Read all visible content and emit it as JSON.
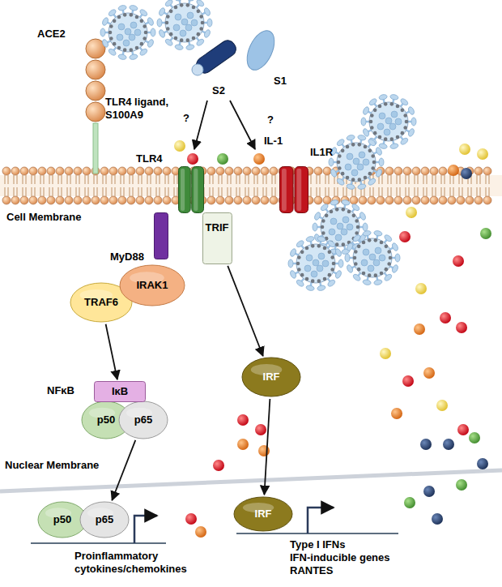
{
  "diagram": {
    "nodes": [
      {
        "text": [
          "TLR4"
        ]
      },
      {
        "text": [
          "IL1R"
        ]
      },
      {
        "text": [
          "MyD88"
        ]
      },
      {
        "text": [
          "TRIF"
        ]
      },
      {
        "text": [
          "IRAK1"
        ]
      },
      {
        "text": [
          "TRAF6"
        ]
      },
      {
        "text": [
          "IκB"
        ]
      },
      {
        "text": [
          "p50"
        ]
      },
      {
        "text": [
          "p65"
        ]
      },
      {
        "text": [
          "IRF"
        ]
      },
      {
        "text": [
          "p50"
        ]
      },
      {
        "text": [
          "p65"
        ]
      },
      {
        "text": [
          "IRF"
        ]
      }
    ],
    "edges": [
      {
        "from": 5,
        "to": 6,
        "arrow": "to"
      },
      {
        "from": 3,
        "to": 9,
        "arrow": "to"
      },
      {
        "from": 8,
        "to": 11,
        "arrow": "to"
      },
      {
        "from": 9,
        "to": 12,
        "arrow": "to"
      }
    ],
    "labels": [
      "S1",
      "S2",
      "ACE2",
      "TLR4 ligand, S100A9",
      "?",
      "?",
      "IL-1",
      "Cell Membrane",
      "NFκB",
      "Nuclear Membrane",
      "Type I IFNs",
      "IFN-inducible genes",
      "RANTES",
      "Proinflammatory cytokines/chemokines"
    ]
  }
}
